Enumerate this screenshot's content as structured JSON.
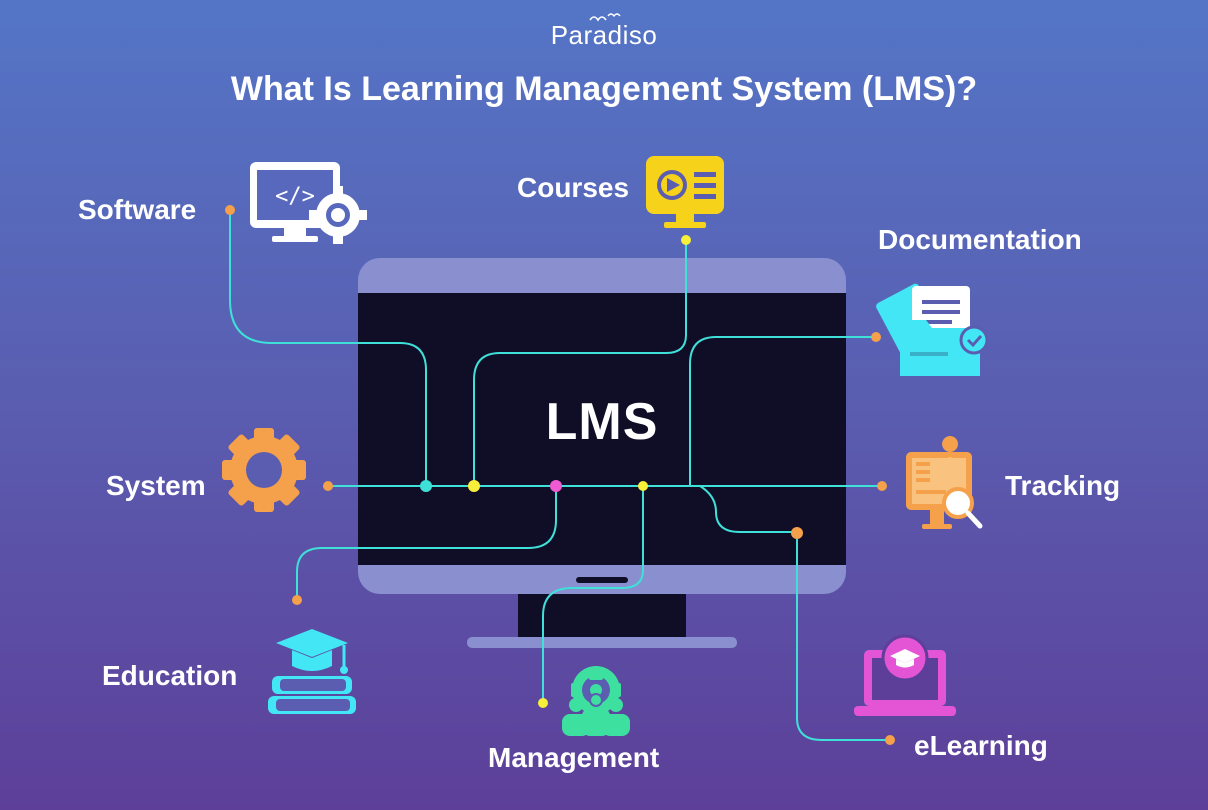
{
  "header": {
    "brand": "Paradiso",
    "title": "What Is Learning Management System (LMS)?"
  },
  "center": {
    "label": "LMS"
  },
  "nodes": [
    {
      "id": "software",
      "label": "Software",
      "icon": "computer-gear-icon"
    },
    {
      "id": "courses",
      "label": "Courses",
      "icon": "video-course-icon"
    },
    {
      "id": "documentation",
      "label": "Documentation",
      "icon": "document-folder-icon"
    },
    {
      "id": "system",
      "label": "System",
      "icon": "gear-icon"
    },
    {
      "id": "tracking",
      "label": "Tracking",
      "icon": "tracking-monitor-icon"
    },
    {
      "id": "education",
      "label": "Education",
      "icon": "graduation-books-icon"
    },
    {
      "id": "management",
      "label": "Management",
      "icon": "team-gear-icon"
    },
    {
      "id": "elearning",
      "label": "eLearning",
      "icon": "laptop-graduation-icon"
    }
  ],
  "colors": {
    "monitor_frame": "#8a8fcf",
    "monitor_screen": "#100d27",
    "connector": "#3fe0d8",
    "dot_orange": "#f5a04a",
    "dot_yellow": "#f7ef3a",
    "dot_pink": "#f05ad2",
    "dot_teal": "#3fe0d8",
    "icon_white": "#ffffff",
    "icon_cyan": "#43e6f5",
    "icon_yellow": "#f7d21a",
    "icon_orange": "#f5a04a",
    "icon_green": "#3ee0a0",
    "icon_pink": "#e455d6"
  }
}
